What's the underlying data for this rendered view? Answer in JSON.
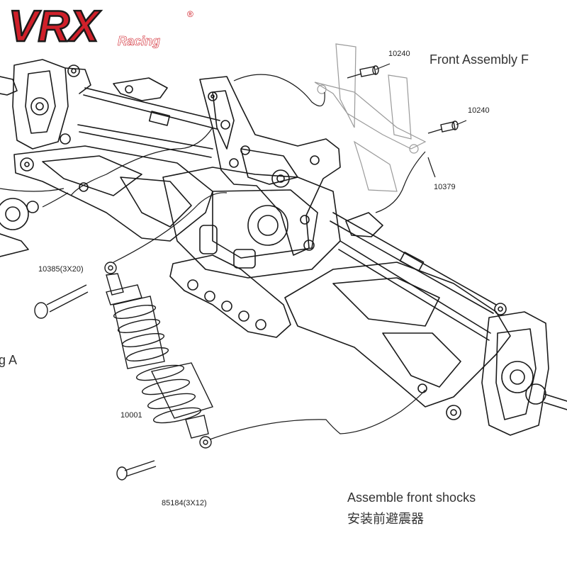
{
  "brand": {
    "logo_text": "VRX",
    "logo_sub": "Racing",
    "registered": "®",
    "logo_color": "#d0202a",
    "logo_outline": "#1a1a1a"
  },
  "titles": {
    "front_assembly": "Front Assembly F",
    "assemble_en": "Assemble front shocks",
    "assemble_cn": "安装前避震器",
    "left_fragment": "g A"
  },
  "parts": {
    "p10240_a": "10240",
    "p10240_b": "10240",
    "p10379": "10379",
    "p10385": "10385(3X20)",
    "p10001": "10001",
    "p85184": "85184(3X12)"
  },
  "colors": {
    "line": "#1a1a1a",
    "light_line": "#9a9a9a"
  }
}
